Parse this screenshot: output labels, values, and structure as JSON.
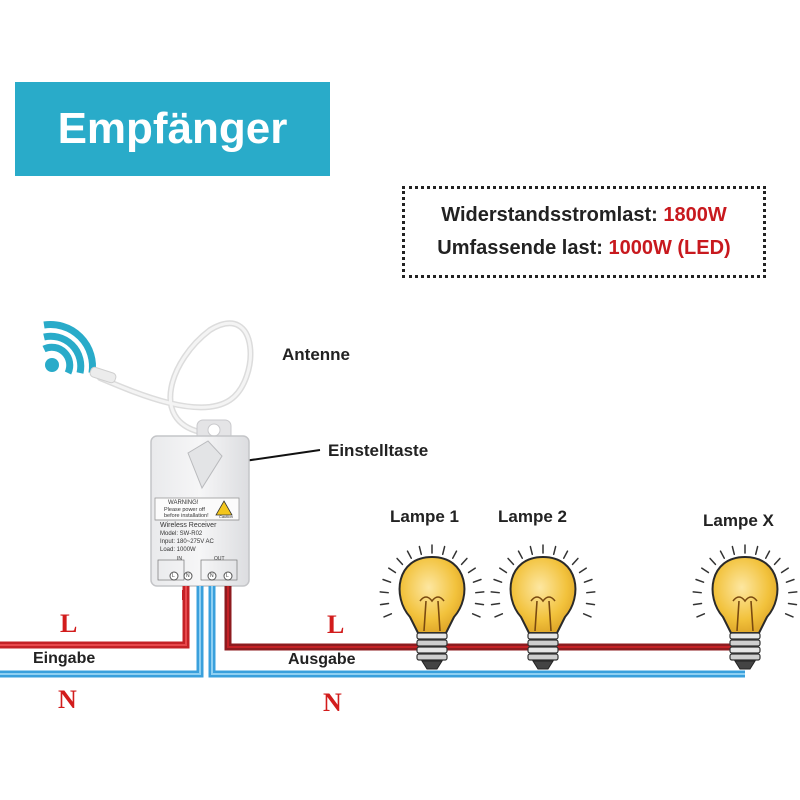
{
  "title": "Empfänger",
  "load": {
    "resistive_label": "Widerstandsstromlast:",
    "resistive_value": "1800W",
    "comprehensive_label": "Umfassende last:",
    "comprehensive_value": "1000W (LED)"
  },
  "labels": {
    "antenna": "Antenne",
    "setting_button": "Einstelltaste",
    "lamp1": "Lampe 1",
    "lamp2": "Lampe 2",
    "lampx": "Lampe X",
    "input": "Eingabe",
    "output": "Ausgabe",
    "l_left": "L",
    "n_left": "N",
    "l_right": "L",
    "n_right": "N"
  },
  "device": {
    "warning_title": "WARNING!",
    "warning_line1": "Please power off",
    "warning_line2": "before installation!",
    "caution": "Caution",
    "name": "Wireless Receiver",
    "model": "Model: SW-R02",
    "input": "Input: 180~275V AC",
    "load": "Load: 1000W",
    "in_label": "IN",
    "out_label": "OUT",
    "t1": "L",
    "t2": "N",
    "t3": "N",
    "t4": "L"
  },
  "colors": {
    "title_bg": "#29abc9",
    "live_wire": "#c42126",
    "neutral_wire": "#3aa0dc",
    "value_red": "#c8191e",
    "bulb": "#f2c23c"
  }
}
